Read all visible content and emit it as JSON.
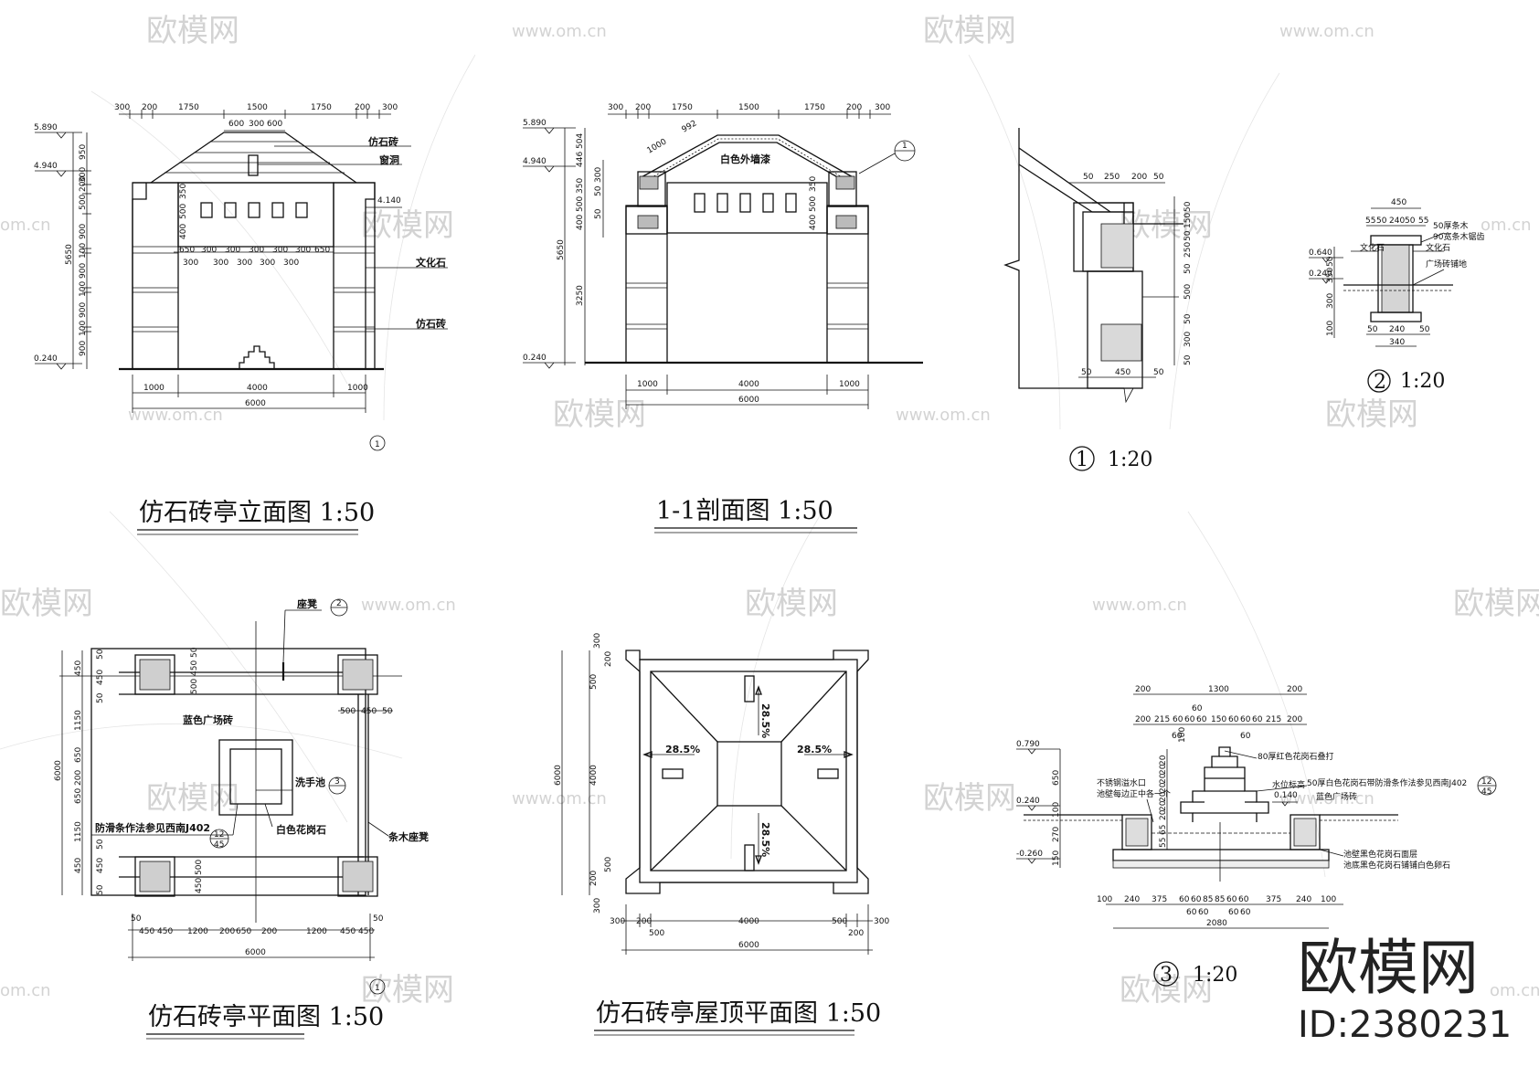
{
  "titles": {
    "elevation": "仿石砖亭立面图 1:50",
    "section": "1-1剖面图 1:50",
    "plan": "仿石砖亭平面图 1:50",
    "roof": "仿石砖亭屋顶平面图 1:50",
    "detail1": "1:20",
    "detail2": "1:20",
    "detail3": "1:20",
    "n1": "1",
    "n2": "2",
    "n3": "3"
  },
  "elevation": {
    "top_dims": [
      "300",
      "200",
      "1750",
      "1500",
      "1750",
      "200",
      "300"
    ],
    "mid_dims": [
      "600",
      "300",
      "600"
    ],
    "levels": [
      "5.890",
      "4.940",
      "4.140",
      "0.240"
    ],
    "left_dims": [
      "950",
      "300",
      "200",
      "500",
      "900",
      "100",
      "900",
      "100",
      "900",
      "100",
      "900",
      "5650"
    ],
    "inner_dims": [
      "350",
      "500",
      "400"
    ],
    "window_dims": [
      "650",
      "300",
      "300",
      "300",
      "300",
      "300",
      "650"
    ],
    "window_dims2": [
      "300",
      "300",
      "300",
      "300",
      "300"
    ],
    "bottom_dims": [
      "1000",
      "4000",
      "1000"
    ],
    "bottom_total": "6000",
    "labels": [
      "仿石砖",
      "窗洞",
      "文化石",
      "仿石砖"
    ],
    "mark": "1"
  },
  "section": {
    "top_dims": [
      "300",
      "200",
      "1750",
      "1500",
      "1750",
      "200",
      "300"
    ],
    "levels": [
      "5.890",
      "4.940",
      "0.240"
    ],
    "left_dims": [
      "504",
      "446",
      "350",
      "300",
      "500",
      "50",
      "400",
      "50",
      "3250",
      "5650"
    ],
    "inner_dims": [
      "350",
      "500",
      "400"
    ],
    "slope_dims": [
      "1000",
      "992"
    ],
    "bottom_dims": [
      "1000",
      "4000",
      "1000"
    ],
    "bottom_total": "6000",
    "label": "白色外墙漆",
    "callout": "1"
  },
  "detail1": {
    "top_dims": [
      "50",
      "250",
      "200",
      "50"
    ],
    "right_dims": [
      "50",
      "150",
      "50",
      "250",
      "50",
      "500",
      "50",
      "300",
      "50"
    ],
    "bottom_dims": [
      "50",
      "450",
      "50"
    ]
  },
  "detail2": {
    "top_dims": [
      "450"
    ],
    "top_dims2": [
      "55",
      "50",
      "240",
      "50",
      "55"
    ],
    "levels": [
      "0.640",
      "0.240"
    ],
    "left_dims": [
      "50",
      "350",
      "300",
      "100"
    ],
    "bottom_dims": [
      "50",
      "240",
      "50"
    ],
    "bottom_total": "340",
    "labels": [
      "50厚条木",
      "90宽条木锯齿",
      "文化石",
      "文化石",
      "广场砖铺地"
    ]
  },
  "plan": {
    "left_dims": [
      "50",
      "450",
      "450",
      "50",
      "1150",
      "650",
      "200",
      "650",
      "1150",
      "450",
      "450",
      "50"
    ],
    "left_total": "6000",
    "inner_dims": [
      "50",
      "450",
      "500",
      "500",
      "450",
      "50"
    ],
    "right_dims": [
      "500",
      "450",
      "50"
    ],
    "bottom_dims": [
      "50",
      "450",
      "450",
      "1200",
      "200",
      "650",
      "200",
      "1200",
      "450",
      "450",
      "50"
    ],
    "bottom_total": "6000",
    "labels": [
      "座凳",
      "蓝色广场砖",
      "洗手池",
      "防滑条作法参见西南J402",
      "白色花岗石",
      "条木座凳"
    ],
    "ref_top": "12",
    "ref_bot": "45",
    "callout_seat": "2",
    "callout_sink": "3",
    "mark": "1"
  },
  "roof": {
    "left_dims": [
      "300",
      "200",
      "500",
      "4000",
      "500",
      "200",
      "300"
    ],
    "left_total": "6000",
    "slopes": [
      "28.5%",
      "28.5%",
      "28.5%",
      "28.5%"
    ],
    "bottom_dims": [
      "300",
      "200",
      "500",
      "4000",
      "500",
      "200",
      "300"
    ],
    "bottom_total": "6000"
  },
  "detail3": {
    "top_dims": [
      "200",
      "1300",
      "200"
    ],
    "top_mid": "60",
    "top_dims2": [
      "200",
      "215",
      "60",
      "60",
      "60",
      "150",
      "60",
      "60",
      "60",
      "215",
      "200"
    ],
    "top_dims3": [
      "60",
      "60"
    ],
    "levels": [
      "0.790",
      "0.240",
      "-0.260"
    ],
    "water_level": "水位标高",
    "water_value": "0.140",
    "left_dims": [
      "650",
      "100",
      "270",
      "150"
    ],
    "stack_dims": [
      "20",
      "20",
      "20",
      "20",
      "20",
      "20",
      "20",
      "65",
      "55"
    ],
    "right_dim": "100",
    "labels": [
      "80厚红色花岗石叠打",
      "50厚白色花岗石带防滑条作法参见西南J402",
      "蓝色广场砖",
      "不锈钢溢水口",
      "池壁每边正中各一个",
      "池壁黑色花岗石面层",
      "池底黑色花岗石铺铺白色卵石"
    ],
    "ref_top": "12",
    "ref_bot": "45",
    "bottom_dims": [
      "100",
      "240",
      "375",
      "60",
      "60",
      "85",
      "85",
      "60",
      "60",
      "375",
      "240",
      "100"
    ],
    "bottom_dims2": [
      "60",
      "60",
      "60",
      "60"
    ],
    "bottom_total": "2080"
  },
  "watermarks": {
    "brand": "欧模网",
    "site": "www.om.cn",
    "site_short": "om.cn"
  },
  "brand": {
    "name": "欧模网",
    "id": "ID:2380231"
  }
}
